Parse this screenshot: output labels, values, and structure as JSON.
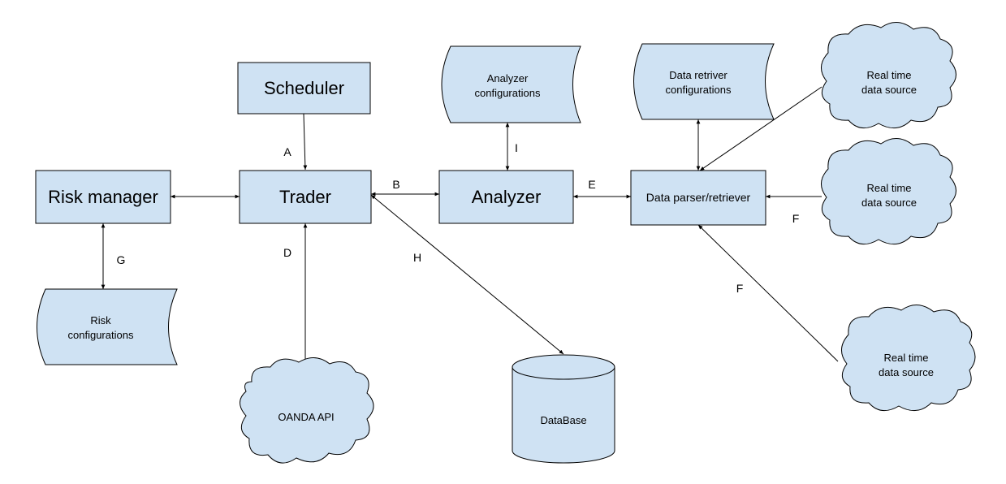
{
  "nodes": {
    "scheduler": "Scheduler",
    "risk_manager": "Risk manager",
    "trader": "Trader",
    "analyzer": "Analyzer",
    "data_parser": "Data parser/retriever",
    "analyzer_config": [
      "Analyzer",
      "configurations"
    ],
    "data_retriver_config": [
      "Data retriver",
      "configurations"
    ],
    "risk_config": [
      "Risk",
      "configurations"
    ],
    "database": "DataBase",
    "oanda_api": "OANDA API",
    "real_time_source_1": [
      "Real time",
      "data source"
    ],
    "real_time_source_2": [
      "Real time",
      "data source"
    ],
    "real_time_source_3": [
      "Real time",
      "data source"
    ]
  },
  "edge_labels": {
    "a": "A",
    "b": "B",
    "d": "D",
    "e": "E",
    "f1": "F",
    "f2": "F",
    "g": "G",
    "h": "H",
    "i": "I"
  },
  "colors": {
    "fill": "#cfe2f3",
    "stroke": "#000000"
  }
}
